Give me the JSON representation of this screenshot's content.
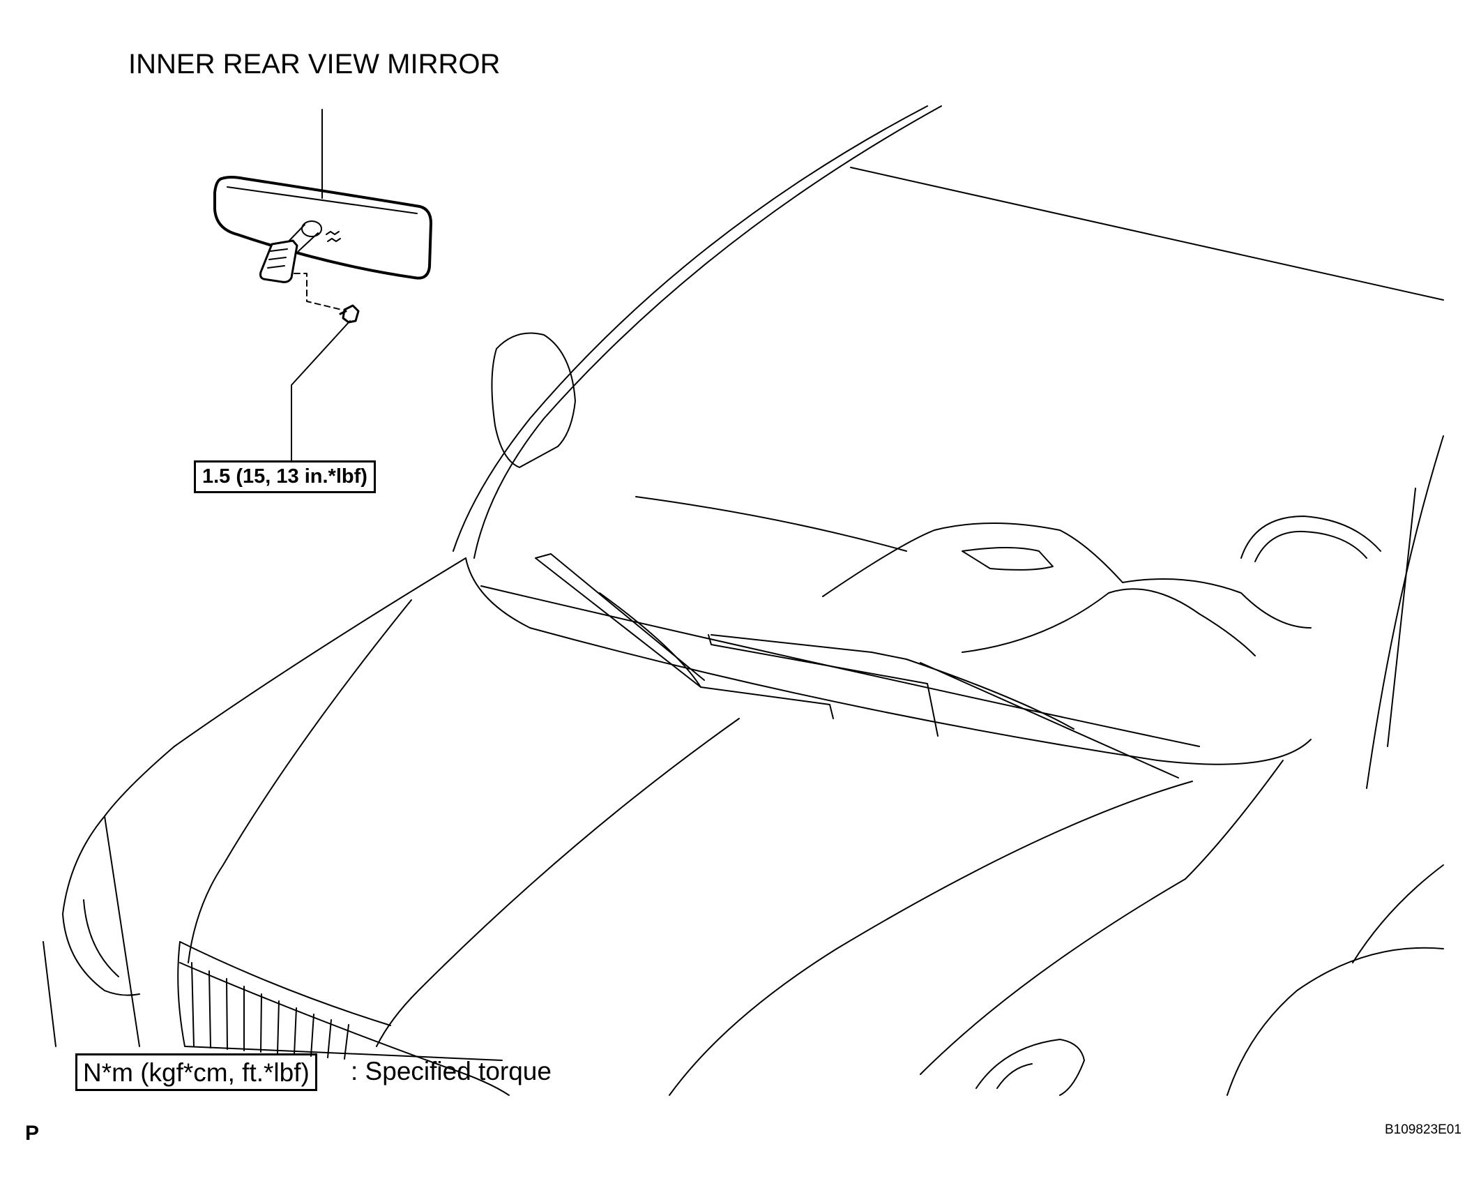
{
  "title": "INNER REAR VIEW MIRROR",
  "torque_callout": "1.5 (15, 13 in.*lbf)",
  "legend": {
    "unit_box": "N*m (kgf*cm, ft.*lbf)",
    "description": ": Specified torque"
  },
  "corner_letter": "P",
  "figure_id": "B109823E01",
  "colors": {
    "line": "#000000",
    "background": "#ffffff"
  }
}
